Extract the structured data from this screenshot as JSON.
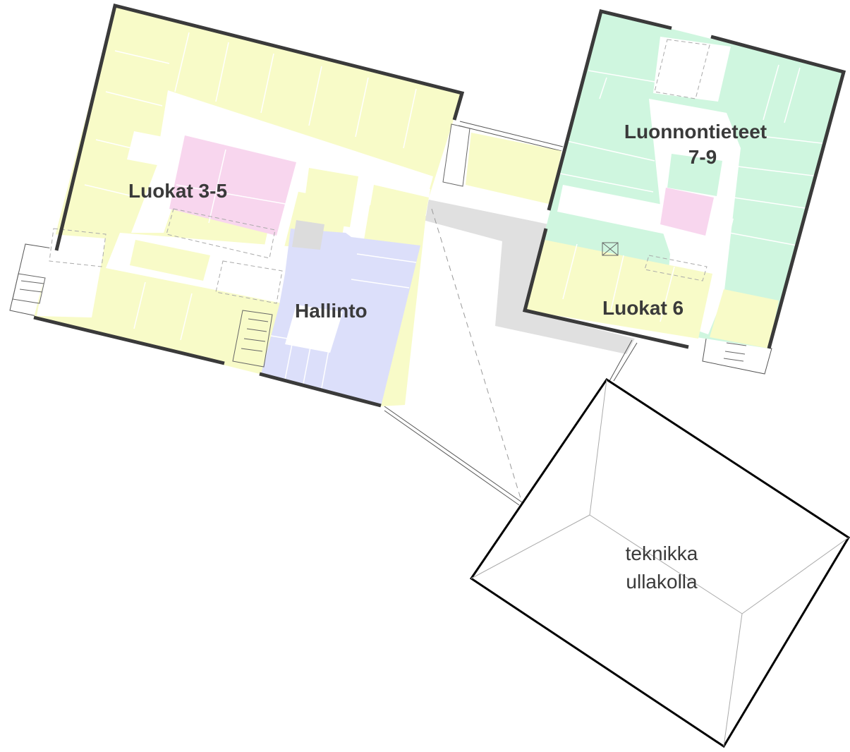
{
  "zones": {
    "classes_3_5": {
      "label": "Luokat 3-5"
    },
    "natural_sciences": {
      "line1": "Luonnontieteet",
      "line2": "7-9"
    },
    "administration": {
      "label": "Hallinto"
    },
    "classes_6": {
      "label": "Luokat 6"
    },
    "technical_attic": {
      "line1": "teknikka",
      "line2": "ullakolla"
    }
  },
  "colors": {
    "classrooms_yellow": "#f8fbc8",
    "science_green": "#cff6df",
    "special_pink": "#f8d6ee",
    "admin_blue": "#dcdffa",
    "corridor": "#ffffff",
    "link_gray": "#e0e0e0",
    "wall": "#3a3a3a"
  }
}
